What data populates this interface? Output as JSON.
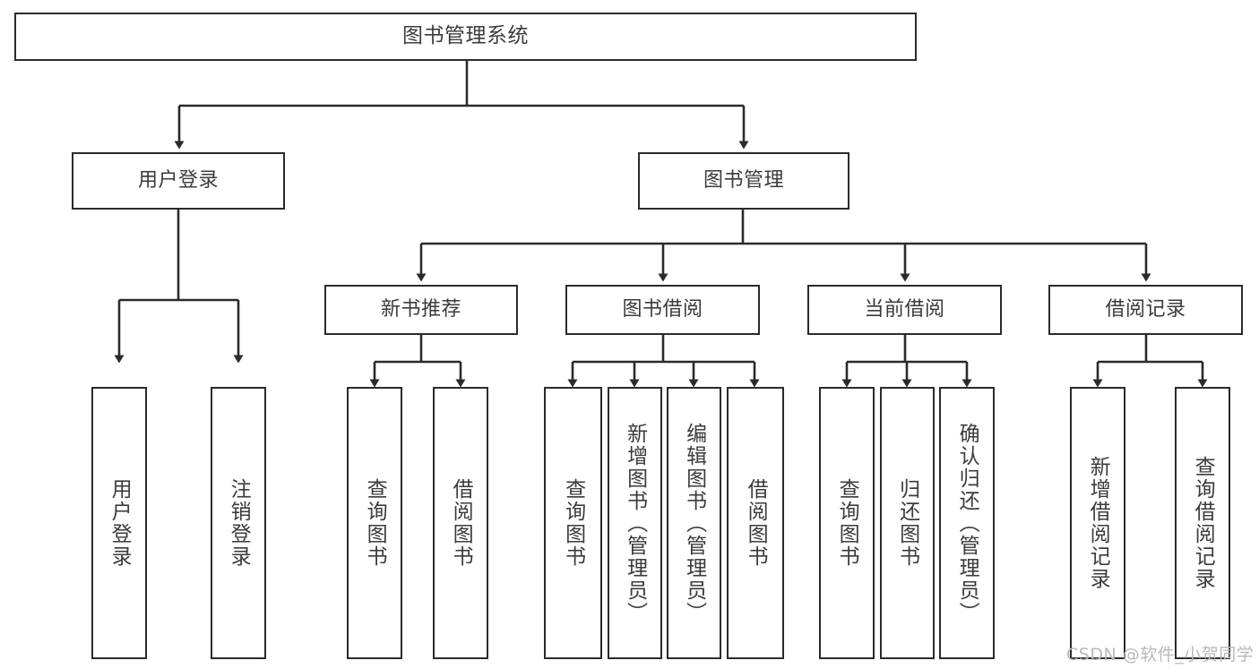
{
  "diagram": {
    "title": "图书管理系统",
    "type": "tree-hierarchy-flowchart",
    "colors": {
      "background": "#ffffff",
      "box_border": "#2b2b2b",
      "box_fill": "#ffffff",
      "text": "#3b3b3b",
      "connector": "#2b2b2b",
      "watermark": "#b9b9b9"
    },
    "root": {
      "label": "图书管理系统"
    },
    "level1": [
      {
        "label": "用户登录"
      },
      {
        "label": "图书管理"
      }
    ],
    "level2": [
      {
        "label": "新书推荐"
      },
      {
        "label": "图书借阅"
      },
      {
        "label": "当前借阅"
      },
      {
        "label": "借阅记录"
      }
    ],
    "leaves": {
      "user_login": [
        {
          "label": "用户登录"
        },
        {
          "label": "注销登录"
        }
      ],
      "new_book_rec": [
        {
          "label": "查询图书"
        },
        {
          "label": "借阅图书"
        }
      ],
      "book_borrow": [
        {
          "label": "查询图书"
        },
        {
          "label": "新增图书（管理员）"
        },
        {
          "label": "编辑图书（管理员）"
        },
        {
          "label": "借阅图书"
        }
      ],
      "current_borrow": [
        {
          "label": "查询图书"
        },
        {
          "label": "归还图书"
        },
        {
          "label": "确认归还（管理员）"
        }
      ],
      "borrow_record": [
        {
          "label": "新增借阅记录"
        },
        {
          "label": "查询借阅记录"
        }
      ]
    }
  },
  "watermark": {
    "text": "CSDN @软件_小贺同学"
  }
}
